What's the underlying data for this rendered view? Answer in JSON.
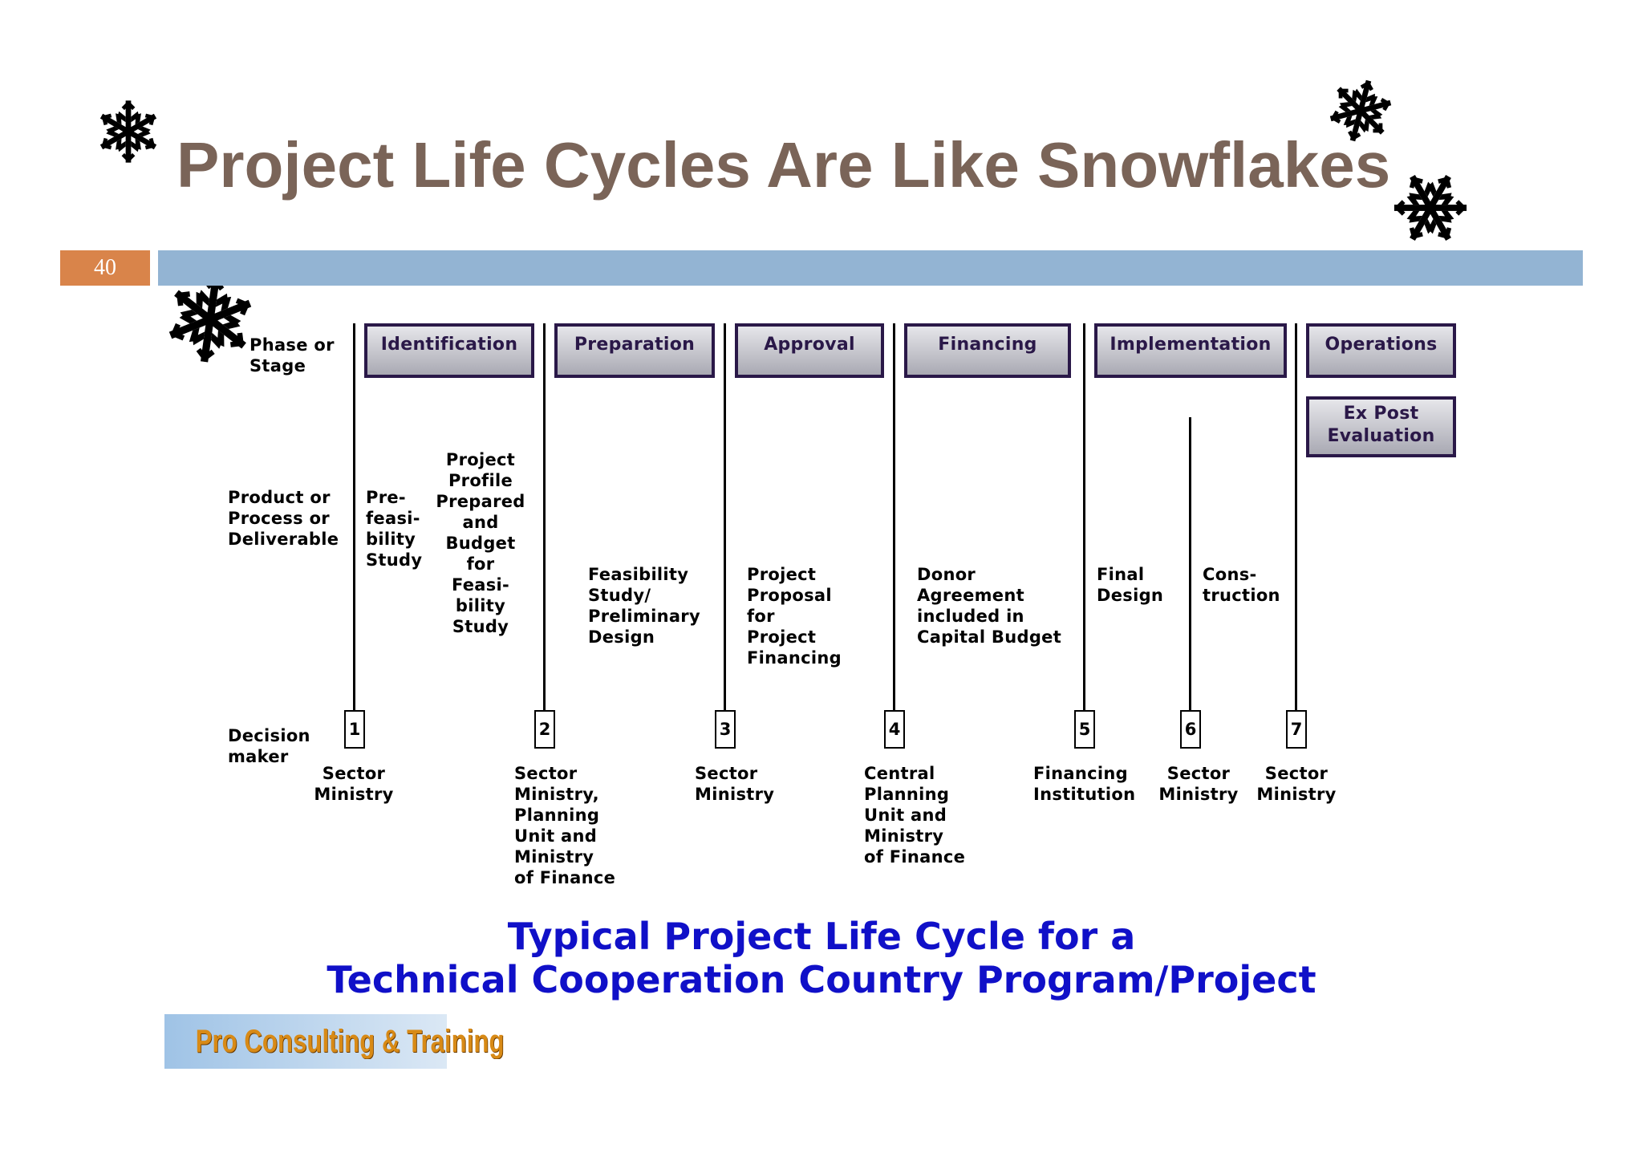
{
  "title": "Project Life Cycles Are Like Snowflakes",
  "page_number": "40",
  "row_labels": {
    "phase": [
      "Phase or",
      "Stage"
    ],
    "product": [
      "Product or",
      "Process or",
      "Deliverable"
    ],
    "decision": [
      "Decision",
      "maker"
    ]
  },
  "phases": [
    "Identification",
    "Preparation",
    "Approval",
    "Financing",
    "Implementation",
    "Operations"
  ],
  "ex_post": [
    "Ex Post",
    "Evaluation"
  ],
  "deliverables": [
    [
      "Pre-",
      "feasi-",
      "bility",
      "Study"
    ],
    [
      "Project",
      "Profile",
      "Prepared",
      "and",
      "Budget",
      "for",
      "Feasi-",
      "bility",
      "Study"
    ],
    [
      "Feasibility",
      "Study/",
      "Preliminary",
      "Design"
    ],
    [
      "Project",
      "Proposal",
      "for",
      "Project",
      "Financing"
    ],
    [
      "Donor",
      "Agreement",
      "included in",
      "Capital Budget"
    ],
    [
      "Final",
      "Design"
    ],
    [
      "Cons-",
      "truction"
    ]
  ],
  "decision_points": [
    "1",
    "2",
    "3",
    "4",
    "5",
    "6",
    "7"
  ],
  "decision_makers": [
    [
      "Sector",
      "Ministry"
    ],
    [
      "Sector",
      "Ministry,",
      "Planning",
      "Unit and",
      "Ministry",
      "of Finance"
    ],
    [
      "Sector",
      "Ministry"
    ],
    [
      "Central",
      "Planning",
      "Unit and",
      "Ministry",
      "of Finance"
    ],
    [
      "Financing",
      "Institution"
    ],
    [
      "Sector",
      "Ministry"
    ],
    [
      "Sector",
      "Ministry"
    ]
  ],
  "caption": [
    "Typical Project Life Cycle for a",
    "Technical Cooperation Country Program/Project"
  ],
  "logo_text": "Pro Consulting & Training",
  "colors": {
    "title": "#7a6458",
    "accent_bar": "#93b4d3",
    "page_badge": "#d9844a",
    "phase_border": "#2a1848",
    "caption": "#1010c8"
  },
  "icons": [
    "snowflake-icon"
  ]
}
